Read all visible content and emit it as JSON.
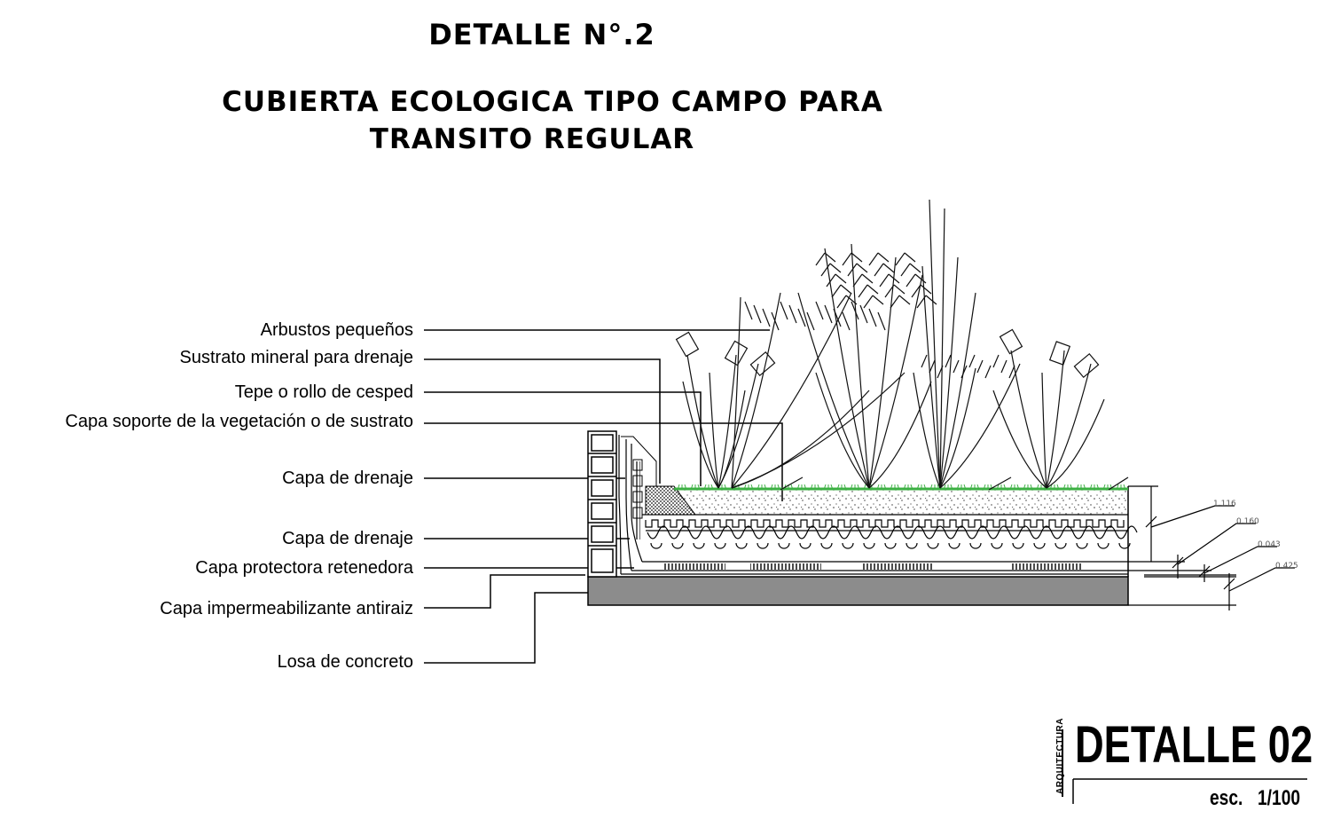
{
  "header": {
    "detail_number": "DETALLE N°.2",
    "title_line_1": "CUBIERTA ECOLOGICA TIPO CAMPO PARA",
    "title_line_2": "TRANSITO REGULAR"
  },
  "labels": [
    "Arbustos pequeños",
    "Sustrato mineral para drenaje",
    "Tepe o rollo de cesped",
    "Capa soporte de la vegetación o de sustrato",
    "Capa de drenaje",
    "Capa de drenaje",
    "Capa protectora retenedora",
    "Capa impermeabilizante antiraiz",
    "Losa de concreto"
  ],
  "dimensions": [
    "1.116",
    "0.160",
    "0.043",
    "0.425"
  ],
  "stamp": {
    "discipline": "ARQUITECTURA",
    "title": "DETALLE 02",
    "scale_label": "esc.",
    "scale_value": "1/100"
  },
  "colors": {
    "grass": "#3cb043",
    "slab": "#8c8c8c",
    "line": "#000000"
  }
}
